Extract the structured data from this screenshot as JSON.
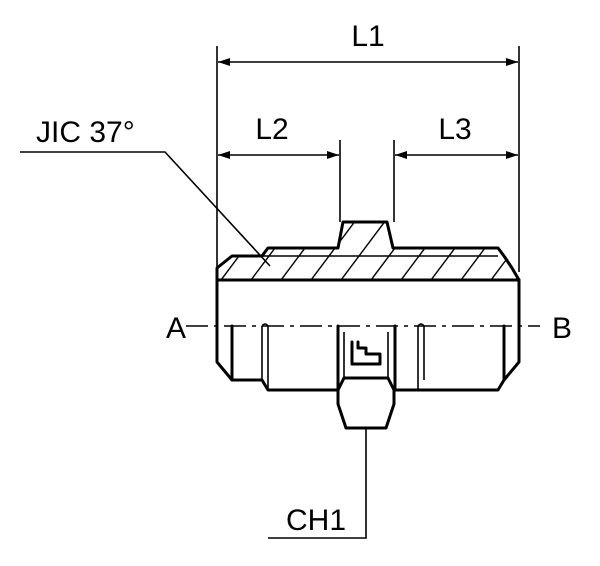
{
  "drawing": {
    "labels": {
      "l1": "L1",
      "l2": "L2",
      "l3": "L3",
      "thread": "JIC 37°",
      "port_a": "A",
      "port_b": "B",
      "hex": "CH1"
    }
  }
}
